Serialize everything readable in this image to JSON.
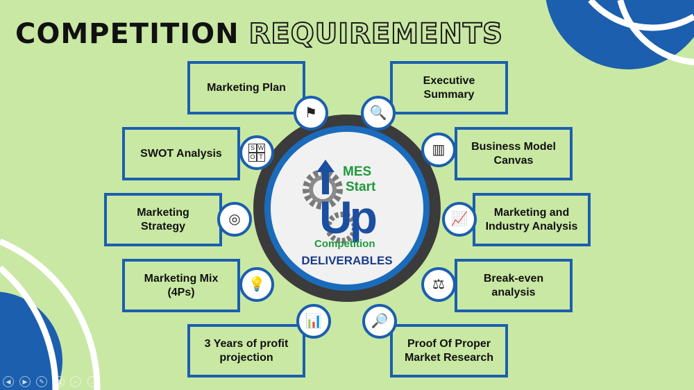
{
  "title": {
    "part1": "COMPETITION",
    "part2": "REQUIREMENTS"
  },
  "logo": {
    "line1": "MES",
    "line2": "Start",
    "big": "Up",
    "line3": "Competition"
  },
  "center_label": "DELIVERABLES",
  "items": [
    {
      "label": "Marketing Plan",
      "icon": "strategy-board-icon"
    },
    {
      "label": "Executive Summary",
      "icon": "document-search-icon"
    },
    {
      "label": "SWOT Analysis",
      "icon": "swot-grid-icon"
    },
    {
      "label": "Business Model Canvas",
      "icon": "canvas-grid-icon"
    },
    {
      "label": "Marketing Strategy",
      "icon": "target-bulb-icon"
    },
    {
      "label": "Marketing and Industry Analysis",
      "icon": "growth-chart-icon"
    },
    {
      "label": "Marketing Mix (4Ps)",
      "icon": "marketing-mix-icon"
    },
    {
      "label": "Break-even analysis",
      "icon": "balance-icon"
    },
    {
      "label": "3 Years of profit projection",
      "icon": "profit-chart-icon"
    },
    {
      "label": "Proof Of Proper Market Research",
      "icon": "market-research-icon"
    }
  ],
  "swot_letters": [
    "S",
    "W",
    "O",
    "T"
  ],
  "controls": [
    "previous",
    "next",
    "pen",
    "slides",
    "zoom",
    "more"
  ]
}
